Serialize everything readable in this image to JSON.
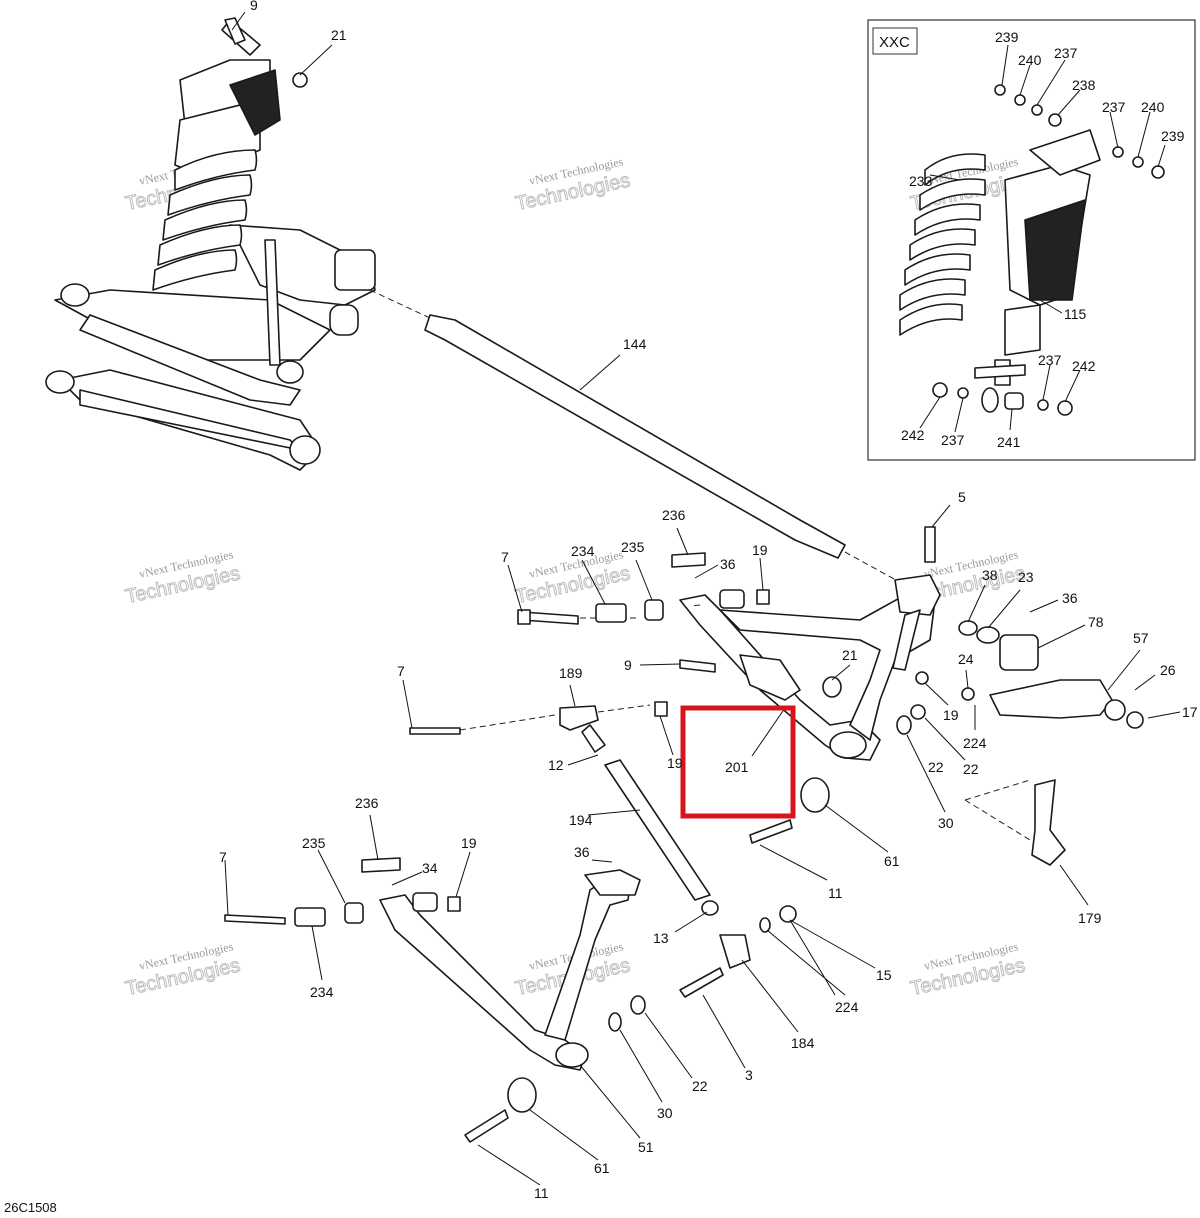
{
  "diagram": {
    "reference_code": "26C1508",
    "inset_label": "XXC",
    "watermark_line1": "vNext Technologies",
    "watermark_line2": "Technologies",
    "callouts": [
      "9",
      "21",
      "144",
      "5",
      "7",
      "234",
      "235",
      "236",
      "36",
      "19",
      "38",
      "23",
      "36",
      "78",
      "57",
      "26",
      "17",
      "9",
      "21",
      "24",
      "19",
      "224",
      "22",
      "7",
      "189",
      "19",
      "201",
      "12",
      "22",
      "194",
      "30",
      "61",
      "11",
      "179",
      "236",
      "235",
      "19",
      "7",
      "34",
      "36",
      "234",
      "13",
      "15",
      "224",
      "184",
      "3",
      "22",
      "30",
      "51",
      "61",
      "11",
      "239",
      "240",
      "237",
      "238",
      "237",
      "240",
      "239",
      "233",
      "115",
      "237",
      "242",
      "242",
      "237",
      "241"
    ]
  },
  "colors": {
    "highlight": "#d9141b",
    "line": "#1a1a1a"
  }
}
